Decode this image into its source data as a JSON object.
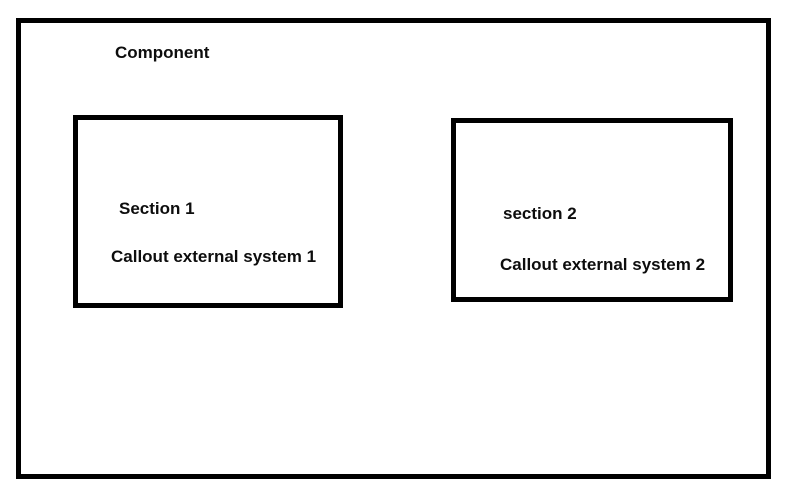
{
  "diagram": {
    "component": {
      "title": "Component",
      "sections": [
        {
          "title": "Section 1",
          "callout": "Callout external system 1"
        },
        {
          "title": "section 2",
          "callout": "Callout external system 2"
        }
      ]
    },
    "colors": {
      "border": "#000000",
      "background": "#ffffff",
      "text": "#0d0d0d"
    }
  }
}
